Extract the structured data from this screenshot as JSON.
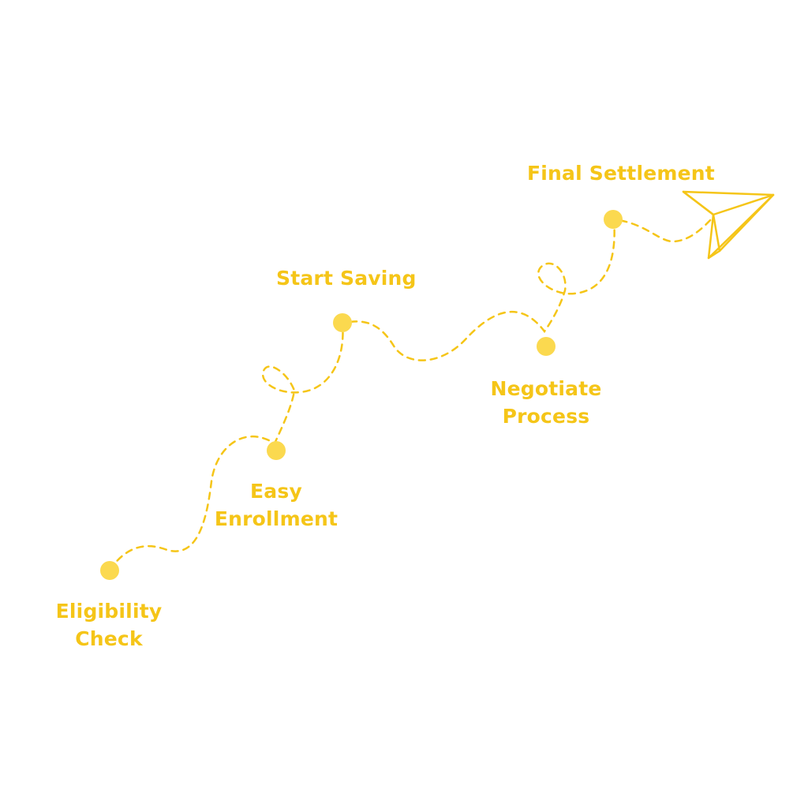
{
  "colors": {
    "accent": "#f5c518",
    "dot": "#fbd94f",
    "background": "#ffffff"
  },
  "steps": [
    {
      "id": "eligibility",
      "lines": [
        "Eligibility",
        "Check"
      ]
    },
    {
      "id": "enrollment",
      "lines": [
        "Easy",
        "Enrollment"
      ]
    },
    {
      "id": "saving",
      "lines": [
        "Start Saving"
      ]
    },
    {
      "id": "negotiate",
      "lines": [
        "Negotiate",
        "Process"
      ]
    },
    {
      "id": "settlement",
      "lines": [
        "Final Settlement"
      ]
    }
  ],
  "end_icon": "paper-plane-icon"
}
